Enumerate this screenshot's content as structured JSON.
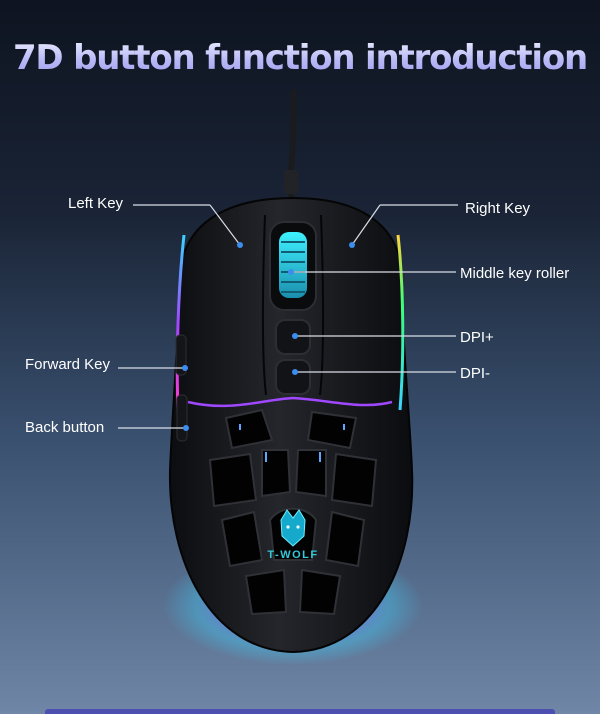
{
  "title": "7D button function introduction",
  "labels": {
    "left_key": "Left Key",
    "right_key": "Right Key",
    "middle_key_roller": "Middle key roller",
    "dpi_plus": "DPI+",
    "dpi_minus": "DPI-",
    "forward_key": "Forward Key",
    "back_button": "Back button"
  },
  "brand_logo_text": "T-WOLF",
  "colors": {
    "title_gradient_top": "#eef0ff",
    "title_gradient_bottom": "#9d9cec",
    "marker_dot": "#3b8df0",
    "callout_line": "#d9dde6",
    "rgb_glow": [
      "#3ad3ff",
      "#a048ff",
      "#ff3ad0",
      "#3aff7a"
    ]
  }
}
